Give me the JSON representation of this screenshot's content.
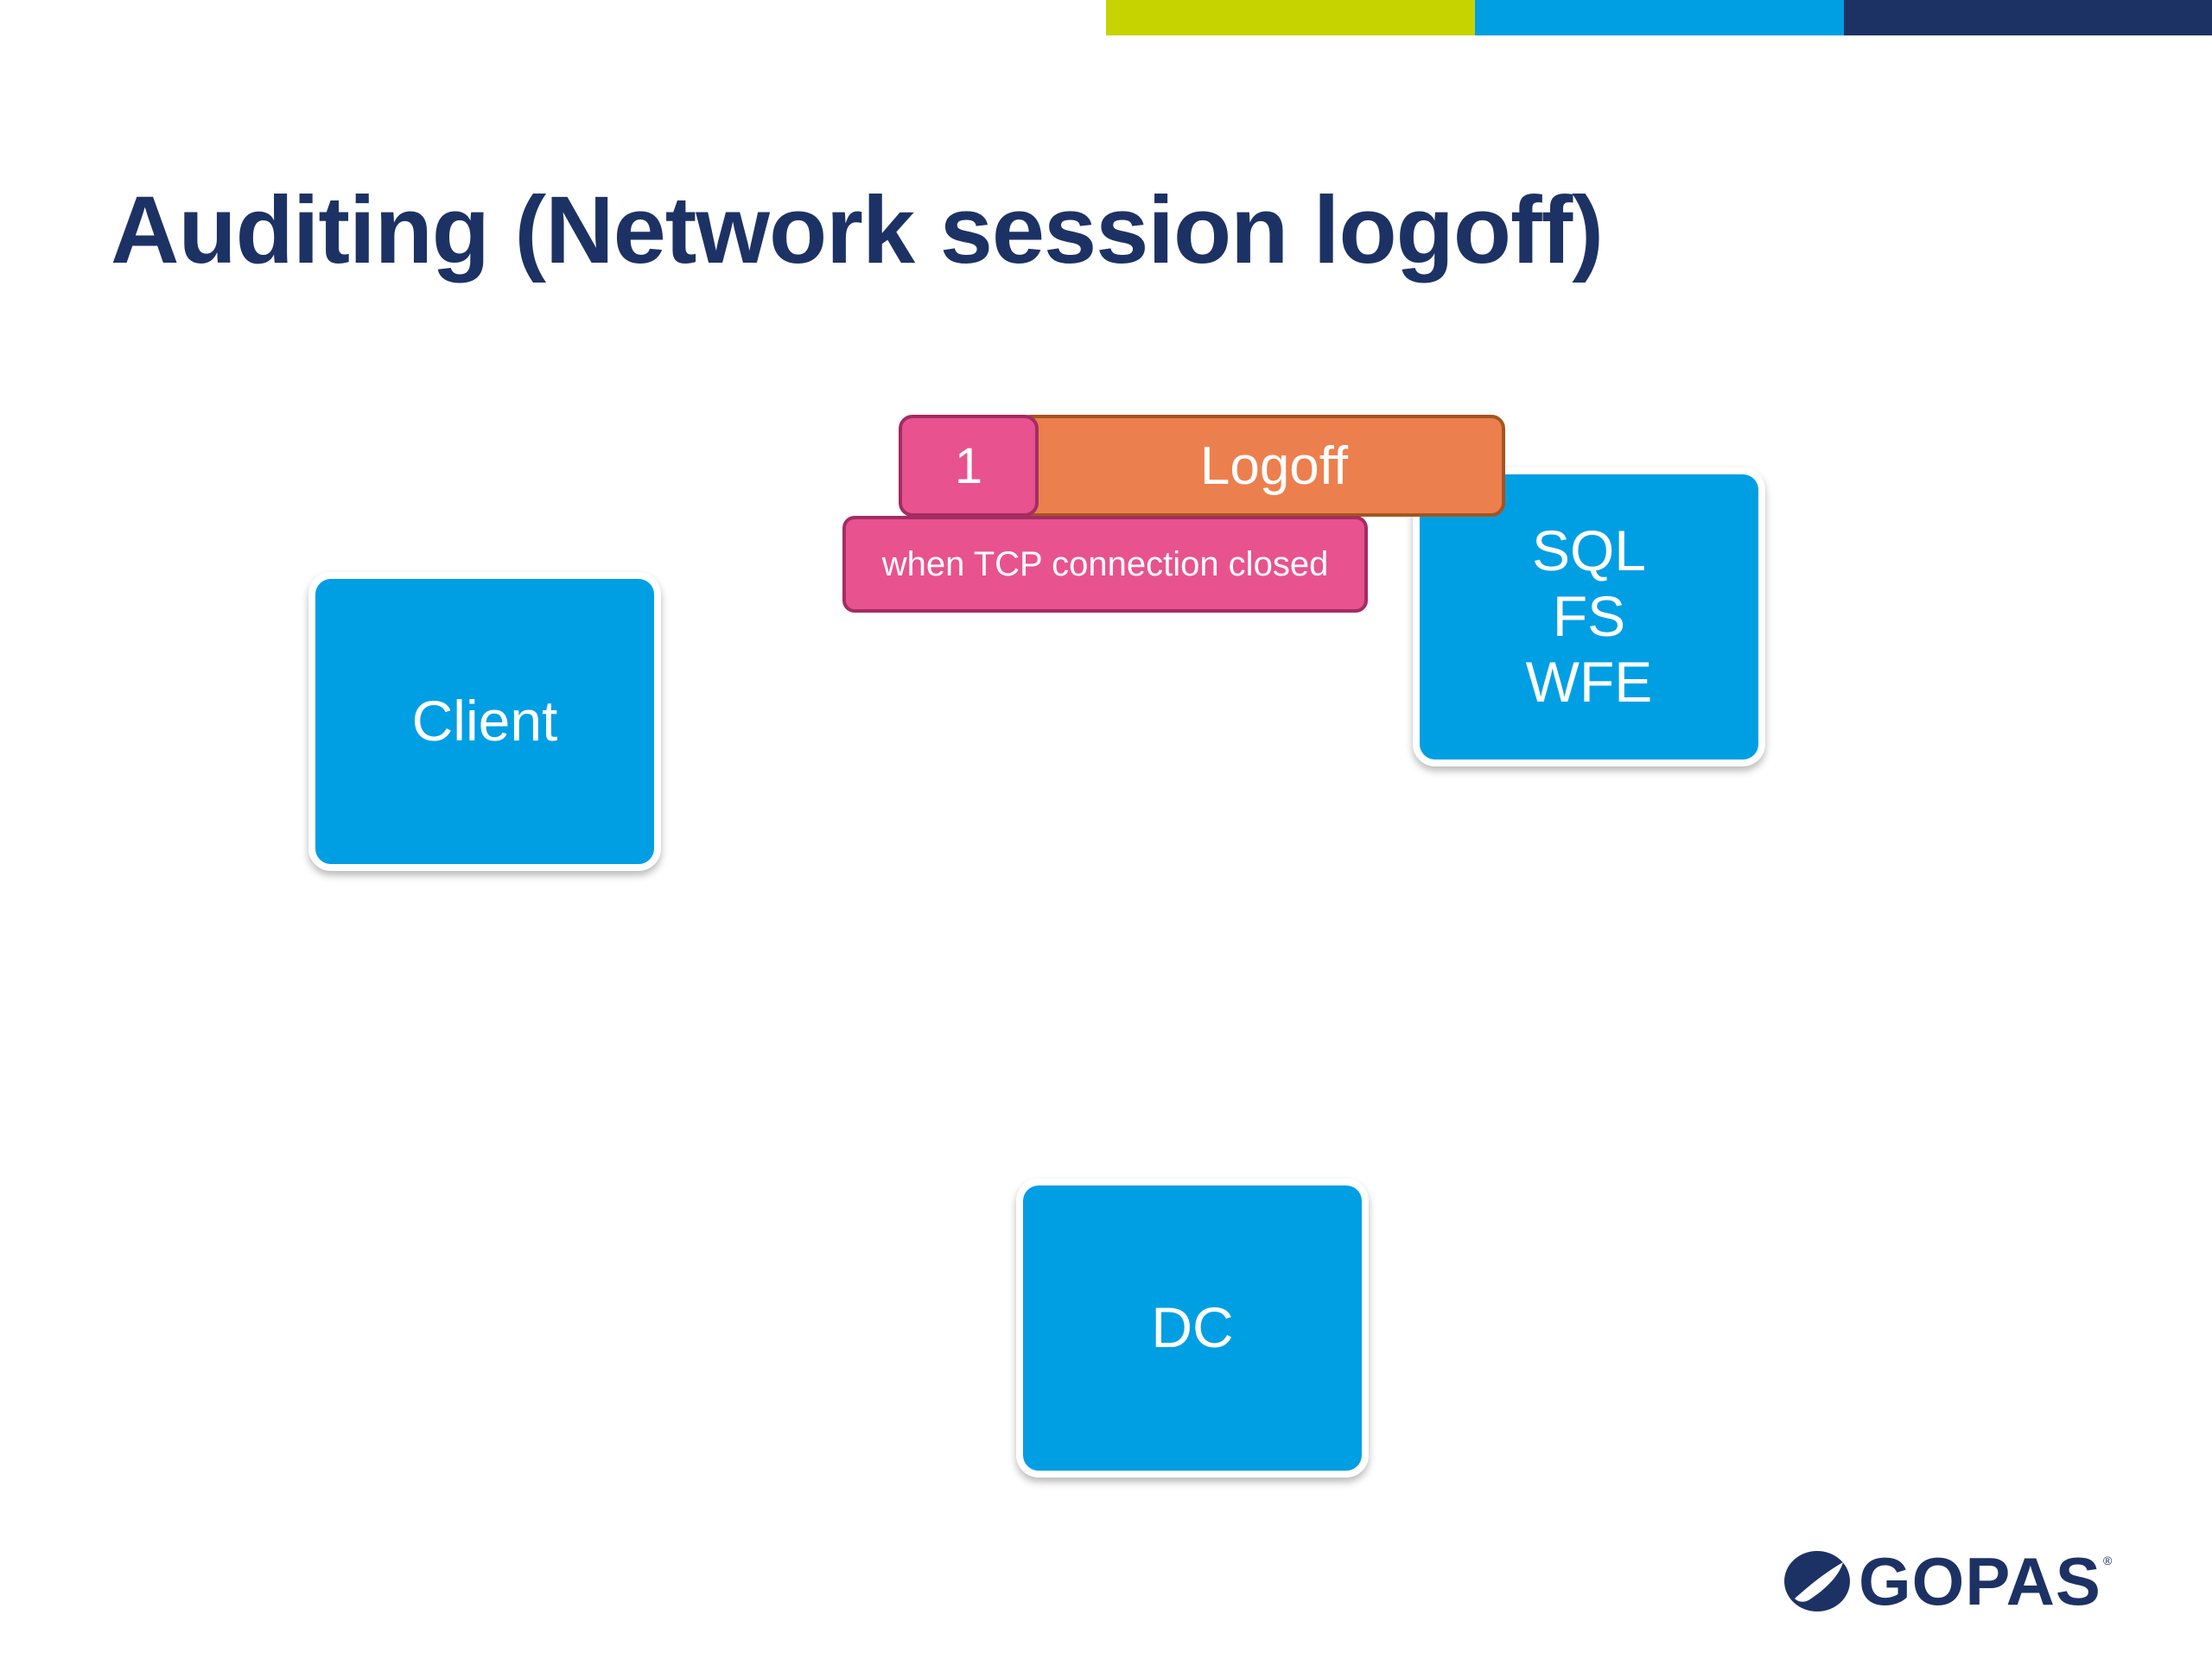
{
  "slide": {
    "title": "Auditing (Network session logoff)"
  },
  "colors": {
    "title": "#1d3264",
    "stripe_green": "#c6d300",
    "stripe_blue": "#009fe3",
    "stripe_navy": "#1d3264",
    "node_fill": "#009fe3",
    "message_orange": "#ec7f4e",
    "message_pink": "#e8528f",
    "logo": "#1d3264"
  },
  "nodes": {
    "client": "Client",
    "server": [
      "SQL",
      "FS",
      "WFE"
    ],
    "dc": "DC"
  },
  "message": {
    "number": "1",
    "name": "Logoff",
    "note": "when TCP connection closed"
  },
  "logo": {
    "icon": "gopas-logo-icon",
    "text": "GOPAS",
    "registered": "®"
  }
}
